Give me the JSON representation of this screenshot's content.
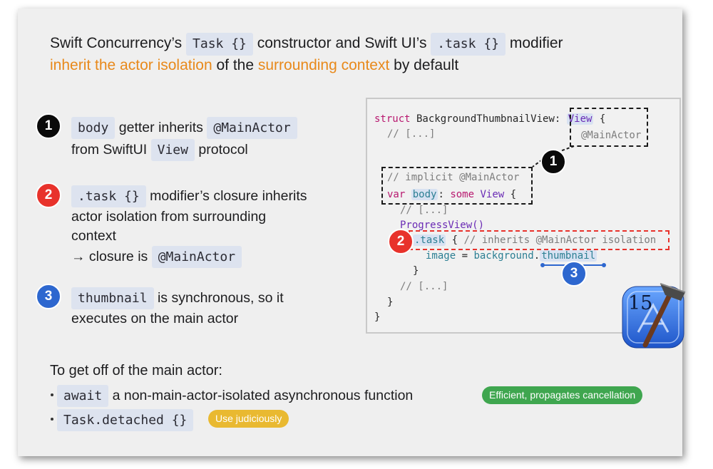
{
  "title": {
    "t1": "Swift Concurrency’s",
    "c1": "Task {}",
    "t2": "constructor and Swift UI’s",
    "c2": ".task {}",
    "t3": "modifier",
    "h1": "inherit the actor isolation",
    "t4": "of the",
    "h2": "surrounding context",
    "t5": "by default"
  },
  "points": [
    {
      "num": "1",
      "code": "body",
      "text1": "getter inherits",
      "code2": "@MainActor",
      "text2": "from SwiftUI",
      "code3": "View",
      "text3": "protocol"
    },
    {
      "num": "2",
      "code": ".task {}",
      "text1": "modifier’s closure inherits",
      "line2": "actor isolation from surrounding",
      "line3": "context",
      "arrow_text": "→ closure is",
      "code2": "@MainActor"
    },
    {
      "num": "3",
      "code": "thumbnail",
      "text1": "is synchronous, so it",
      "line2": "executes on the main actor"
    }
  ],
  "code_lines": {
    "l1_kw": "struct",
    "l1_name": " BackgroundThumbnailView: ",
    "l1_type": "View",
    "l1_end": " {",
    "l2": "// [...]",
    "l2b": "@MainActor",
    "l3": "// implicit @MainActor",
    "l4_kw": "var",
    "l4_prop": "body",
    "l4_mid": ": ",
    "l4_kw2": "some",
    "l4_type": " View",
    "l4_end": " {",
    "l5": "// [...]",
    "l6": "ProgressView()",
    "l7_prop": ".task",
    "l7_mid": " { ",
    "l7_cm": "// inherits @MainActor isolation",
    "l8_a": "image",
    "l8_b": " = ",
    "l8_c": "background",
    "l8_d": ".",
    "l8_e": "thumbnail",
    "l9": "}",
    "l10": "// [...]",
    "l11": "}",
    "l12": "}"
  },
  "xcode_badge": "15",
  "bottom": {
    "heading": "To get off of the main actor:",
    "b1_code": "await",
    "b1_text": "a non-main-actor-isolated asynchronous function",
    "b1_pill": "Efficient, propagates cancellation",
    "b2_code": "Task.detached {}",
    "b2_pill": "Use judiciously"
  },
  "colors": {
    "green": "#3fa64f",
    "yellow": "#e9b931",
    "red": "#e8322b",
    "blue": "#2d67cf",
    "orange": "#e8891b"
  }
}
